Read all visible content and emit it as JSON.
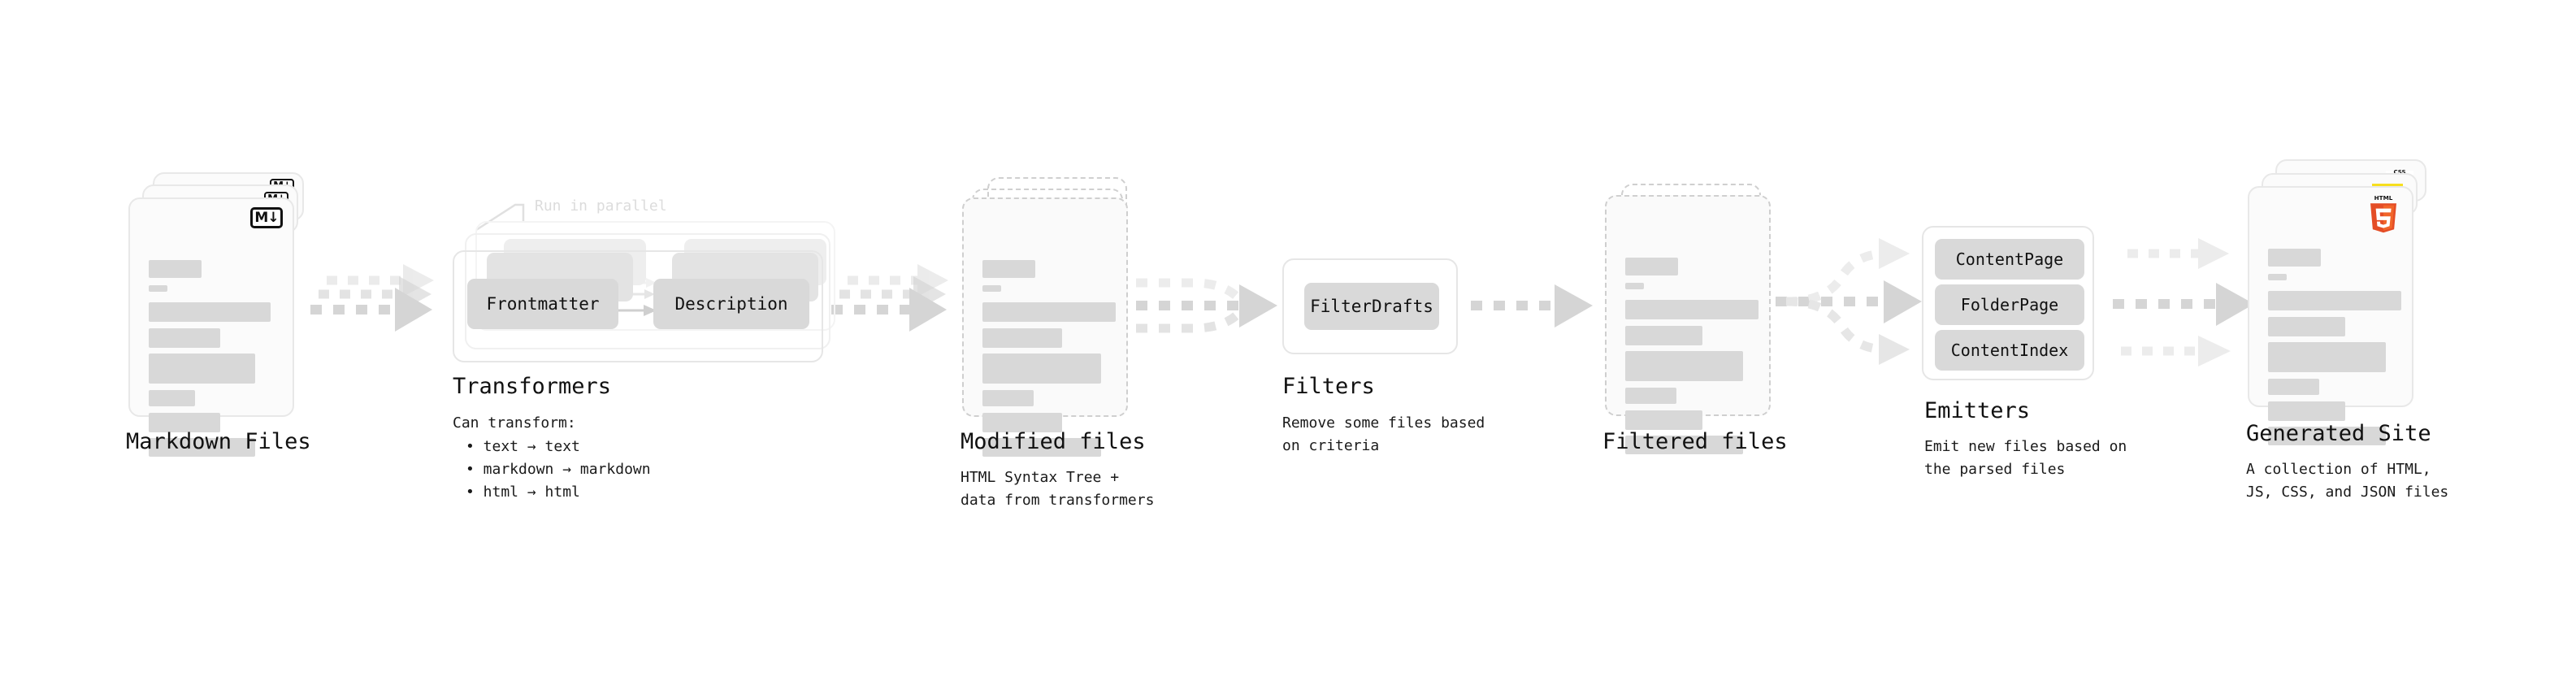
{
  "diagram": {
    "annotation_run_in_parallel": "Run in parallel",
    "stages": [
      {
        "key": "markdown-files",
        "title": "Markdown Files",
        "subtitle": "",
        "badge": "markdown-badge",
        "badge_text": "M↓"
      },
      {
        "key": "transformers",
        "title": "Transformers",
        "subtitle": "Can transform:",
        "items": [
          "Frontmatter",
          "Description"
        ],
        "bullets": [
          "• text → text",
          "• markdown → markdown",
          "• html → html"
        ]
      },
      {
        "key": "modified-files",
        "title": "Modified files",
        "subtitle": "HTML Syntax Tree +\ndata from transformers"
      },
      {
        "key": "filters",
        "title": "Filters",
        "subtitle": "Remove some files based\non criteria",
        "items": [
          "FilterDrafts"
        ]
      },
      {
        "key": "filtered-files",
        "title": "Filtered files",
        "subtitle": ""
      },
      {
        "key": "emitters",
        "title": "Emitters",
        "subtitle": "Emit new files based on\nthe parsed files",
        "items": [
          "ContentPage",
          "FolderPage",
          "ContentIndex"
        ]
      },
      {
        "key": "generated-site",
        "title": "Generated Site",
        "subtitle": "A collection of HTML,\nJS, CSS, and JSON files",
        "badges": [
          "html5-badge",
          "js-badge",
          "css3-badge"
        ],
        "badge_labels": {
          "html5": "HTML5",
          "js": "JS",
          "css": "CSS"
        }
      }
    ],
    "colors": {
      "background": "#ffffff",
      "card_fill": "#fbfbfb",
      "card_border": "#e8e8e8",
      "dashed_border": "#cfcfcf",
      "skeleton": "#d8d8d8",
      "pill_fill": "#d9d9d9",
      "arrow": "#d5d5d5",
      "text": "#111111",
      "annotation": "#dcdcdc",
      "html5_orange": "#e44d26",
      "js_yellow": "#f7df1e",
      "css_blue": "#264de4"
    }
  }
}
